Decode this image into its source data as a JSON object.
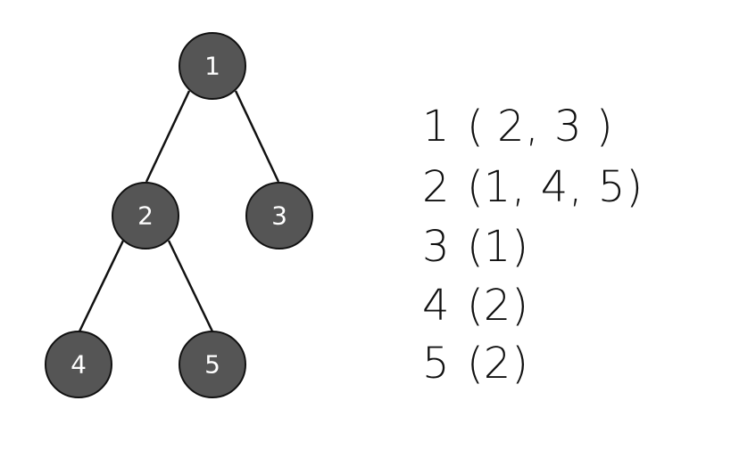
{
  "tree": {
    "nodes": [
      "1",
      "2",
      "3",
      "4",
      "5"
    ],
    "edges": [
      [
        "1",
        "2"
      ],
      [
        "1",
        "3"
      ],
      [
        "2",
        "4"
      ],
      [
        "2",
        "5"
      ]
    ],
    "node_fill": "#555555",
    "node_stroke": "#111111",
    "label_color": "#ffffff"
  },
  "adjacency": [
    {
      "node": "1",
      "list": "2,  3"
    },
    {
      "node": "2",
      "list": "1, 4, 5"
    },
    {
      "node": "3",
      "list": "1"
    },
    {
      "node": "4",
      "list": "2"
    },
    {
      "node": "5",
      "list": "2"
    }
  ],
  "brackets": {
    "open": "(",
    "close": ")"
  }
}
